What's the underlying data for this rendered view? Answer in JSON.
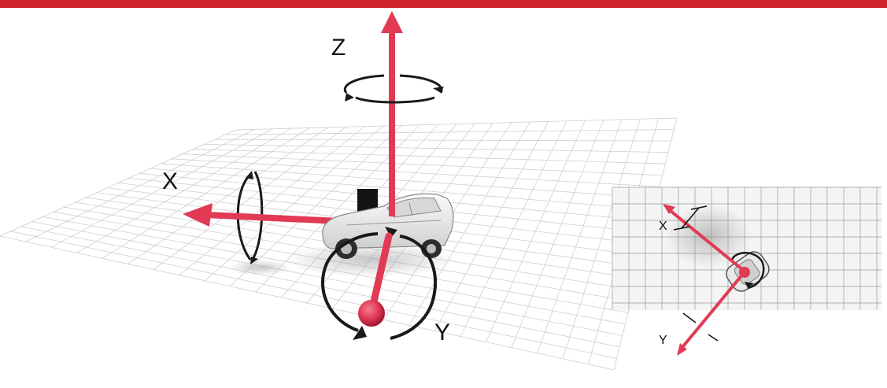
{
  "colors": {
    "brand_bar": "#d0232e",
    "axis": "#e23a55",
    "axis_dark": "#b51e3a",
    "rotation_arrow": "#1a1a1a",
    "grid": "#cfcfcf",
    "inset_grid": "#9a9a9a",
    "inset_background": "#f4f4f4",
    "car_body": "#e6e6e6"
  },
  "main_view": {
    "axis_labels": {
      "x": "X",
      "y": "Y",
      "z": "Z"
    },
    "icons": [
      "car-icon",
      "x-rotation-arrow-icon",
      "y-rotation-arrow-icon",
      "z-rotation-arrow-icon"
    ]
  },
  "inset_view": {
    "axis_labels": {
      "x": "X",
      "y": "Y"
    },
    "icons": [
      "car-top-view-icon",
      "rotation-arrow-icon"
    ]
  }
}
